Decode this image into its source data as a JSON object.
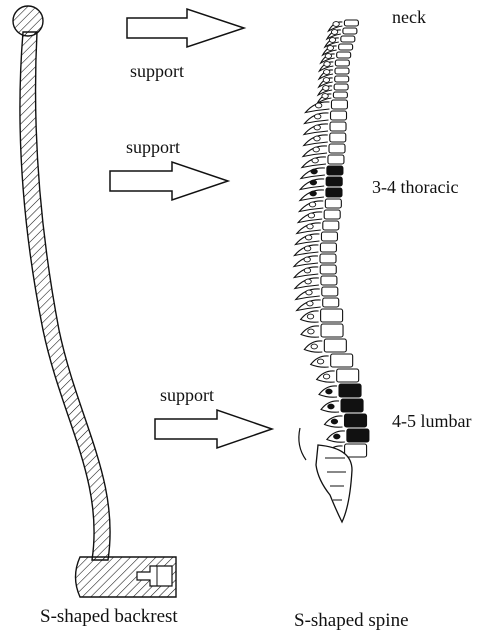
{
  "labels": {
    "support_1": "support",
    "support_2": "support",
    "support_3": "support",
    "neck": "neck",
    "thoracic": "3-4 thoracic",
    "lumbar": "4-5 lumbar",
    "caption_left": "S-shaped backrest",
    "caption_right": "S-shaped spine"
  },
  "colors": {
    "ink": "#111111",
    "background": "#ffffff",
    "highlight_vertebra": "#111111"
  }
}
